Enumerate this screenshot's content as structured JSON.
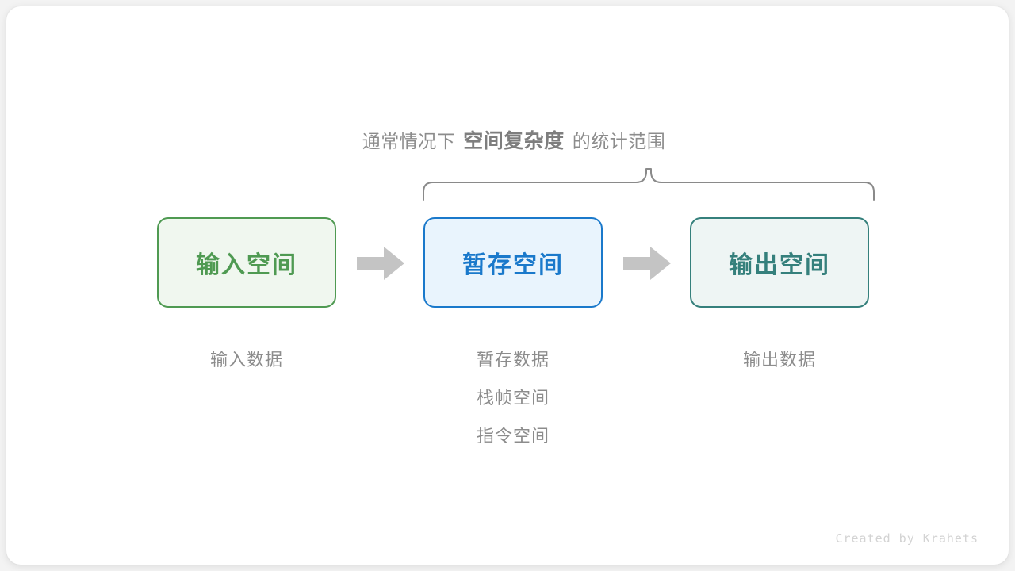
{
  "canvas": {
    "background": "#f3f3f3",
    "card_background": "#ffffff"
  },
  "caption": {
    "prefix": "通常情况下",
    "emphasis": "空间复杂度",
    "suffix": "的统计范围",
    "color": "#8c8c8c"
  },
  "bracket": {
    "color": "#8a8a8a",
    "name": "curly-brace-spanning-temp-and-output"
  },
  "boxes": [
    {
      "id": "input",
      "label": "输入空间",
      "border_color": "#4f9a52",
      "fill_color": "#f0f7ef",
      "text_color": "#4f9a52"
    },
    {
      "id": "temp",
      "label": "暂存空间",
      "border_color": "#1a79cb",
      "fill_color": "#e9f4fd",
      "text_color": "#1a79cb"
    },
    {
      "id": "output",
      "label": "输出空间",
      "border_color": "#35807c",
      "fill_color": "#eef5f4",
      "text_color": "#35807c"
    }
  ],
  "arrows": {
    "color": "#c4c4c4",
    "count": 2
  },
  "columns": [
    {
      "id": "input",
      "items": [
        "输入数据"
      ]
    },
    {
      "id": "temp",
      "items": [
        "暂存数据",
        "栈帧空间",
        "指令空间"
      ]
    },
    {
      "id": "output",
      "items": [
        "输出数据"
      ]
    }
  ],
  "footer": {
    "text": "Created by Krahets",
    "color": "#d3d3d3"
  }
}
